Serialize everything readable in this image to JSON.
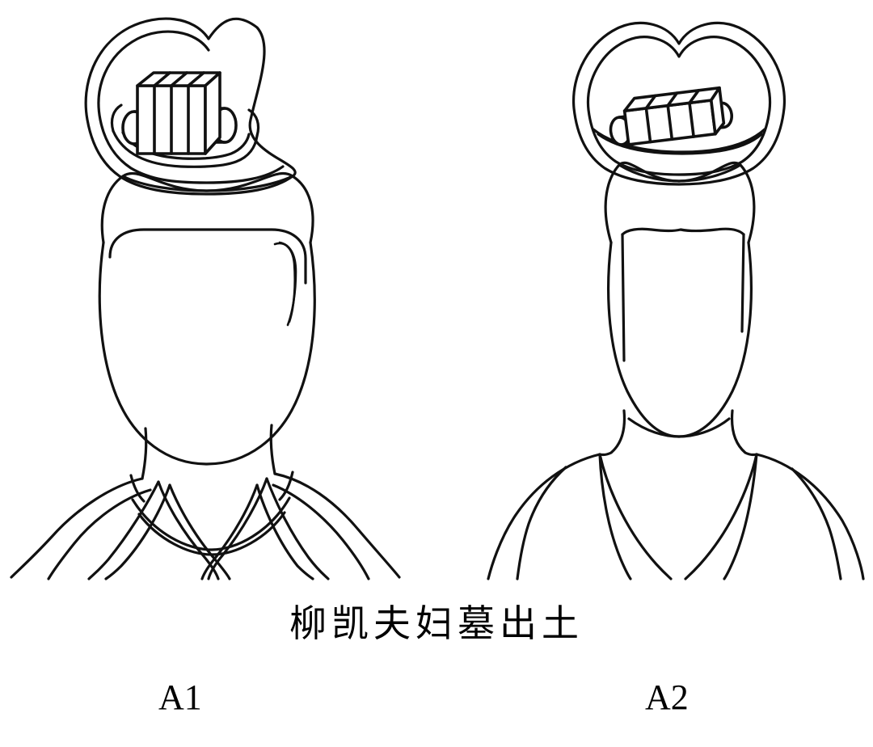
{
  "illustration": {
    "title_caption": "柳凯夫妇墓出土",
    "figures": [
      {
        "label": "A1",
        "name": "male-figure",
        "headdress": "heart-shaped-crown-with-block-ornament",
        "garment": "crossed-collar-robe",
        "ornament_panels": 4
      },
      {
        "label": "A2",
        "name": "female-figure",
        "headdress": "lobed-crown-with-block-ornament",
        "garment": "crossed-collar-robe",
        "ornament_panels": 4
      }
    ],
    "style": {
      "line_color": "#111111",
      "background_color": "#ffffff"
    }
  }
}
